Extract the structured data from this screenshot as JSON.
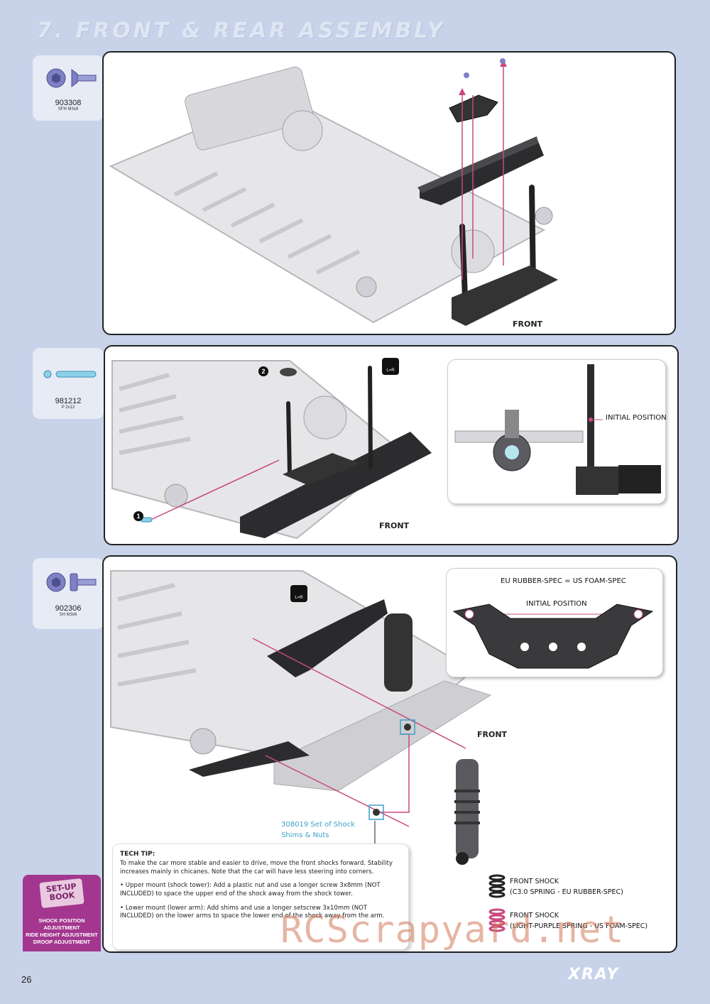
{
  "page": {
    "title": "7. FRONT & REAR ASSEMBLY",
    "number": "26",
    "brand": "XRAY",
    "watermark": "RCScrapyard.net"
  },
  "parts": [
    {
      "number": "903308",
      "desc": "SFH M3x8"
    },
    {
      "number": "981212",
      "desc": "P 2x12"
    },
    {
      "number": "902306",
      "desc": "SH M3x6"
    }
  ],
  "panel1": {
    "front_label": "FRONT"
  },
  "panel2": {
    "front_label": "FRONT",
    "step1": "1",
    "step2": "2",
    "lr_badge": "L=R",
    "inset_label": "INITIAL POSITION"
  },
  "panel3": {
    "front_label": "FRONT",
    "lr_badge": "L=R",
    "inset_title": "EU RUBBER-SPEC = US FOAM-SPEC",
    "inset_label": "INITIAL POSITION",
    "shim_label_1": "308019 Set of Shock",
    "shim_label_2": "Shims & Nuts",
    "shock_a_1": "FRONT SHOCK",
    "shock_a_2": "(C3.0 SPRING - EU RUBBER-SPEC)",
    "shock_b_1": "FRONT SHOCK",
    "shock_b_2": "(LIGHT-PURPLE SPRING - US FOAM-SPEC)"
  },
  "tech_tip": {
    "title": "TECH TIP:",
    "intro": "To make the car more stable and easier to drive, move the front shocks forward. Stability increases mainly in chicanes. Note that the car will have less steering into corners.",
    "upper": "• Upper mount (shock tower): Add a plastic nut and use a longer screw 3x8mm (NOT INCLUDED) to space the upper end of the shock away from the shock tower.",
    "lower": "• Lower mount (lower arm):  Add shims and use a longer setscrew 3x10mm (NOT INCLUDED) on the lower arms to space the lower end of the shock away from the arm."
  },
  "setup_book": {
    "title_1": "SET-UP",
    "title_2": "BOOK",
    "item_1": "SHOCK POSITION ADJUSTMENT",
    "item_2": "RIDE HEIGHT ADJUSTMENT",
    "item_3": "DROOP ADJUSTMENT"
  },
  "colors": {
    "background": "#c8d3ea",
    "accent": "#a3378f",
    "arrow": "#c8487f",
    "shim": "#3aa0c8"
  }
}
